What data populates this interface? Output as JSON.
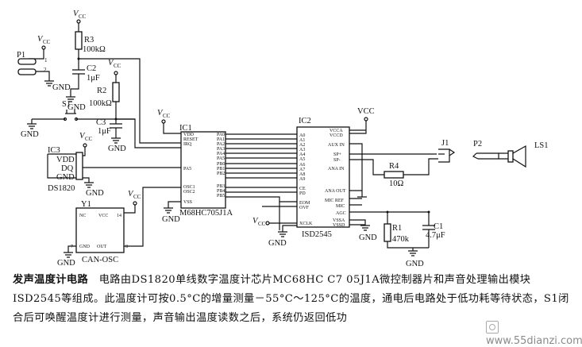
{
  "diagram": {
    "vcc": "VCC",
    "vcc_italic": "V",
    "vcc_sub": "CC",
    "gnd": "GND",
    "p1": "P1",
    "p2": "P2",
    "pin1": "1",
    "pin2": "2",
    "r3": "R3",
    "r3_val": "100kΩ",
    "c2": "C2",
    "c2_val": "1μF",
    "r2": "R2",
    "r2_val": "100kΩ",
    "s1": "S1",
    "c3": "C3",
    "c3_val": "1μF",
    "ic1": "IC1",
    "ic1_name": "M68HC705J1A",
    "ic1_pins_left": [
      "VDD",
      "RESET",
      "IRQ",
      "PA5",
      "OSC1",
      "OSC2",
      "VSS"
    ],
    "ic1_pins_right": [
      "PA0",
      "PA1",
      "PA2",
      "PA3",
      "PA4",
      "PA5",
      "PB0",
      "PB1",
      "PB2",
      "PB3",
      "PB4",
      "PB5"
    ],
    "ic3": "IC3",
    "ic3_pins": [
      "VDD",
      "DQ",
      "GND"
    ],
    "ic3_name": "DS1820",
    "y1": "Y1",
    "y1_nc": "NC",
    "y1_vcc": "VCC",
    "y1_14": "14",
    "y1_gnd": "GND",
    "y1_out": "OUT",
    "y1_7": "7",
    "y1_8": "8",
    "y1_name": "CAN-OSC",
    "ic2": "IC2",
    "ic2_name": "ISD2545",
    "ic2_pins_left": [
      "A0",
      "A1",
      "A2",
      "A3",
      "A4",
      "A5",
      "A6",
      "A7",
      "A8",
      "A9",
      "CE",
      "PD",
      "EOM",
      "OVF",
      "XCLK"
    ],
    "ic2_pins_right": [
      "VCCA",
      "VCCD",
      "AUX IN",
      "SP+",
      "SP-",
      "ANA IN",
      "ANA OUT",
      "MIC REF",
      "MIC",
      "AGC",
      "VSSA",
      "VSSD"
    ],
    "j1": "J1",
    "r4": "R4",
    "r4_val": "10Ω",
    "ls1": "LS1",
    "r1": "R1",
    "r1_val": "470k",
    "c1": "C1",
    "c1_val": "4.7μF"
  },
  "caption": {
    "title": "发声温度计电路",
    "body": "　电路由DS1820单线数字温度计芯片MC68HC C7 05J1A微控制器片和声音处理输出模块ISD2545等组成。此温度计可按0.5°C的增量测量－55°C～125°C的温度，通电后电路处于低功耗等待状态，S1闭合后可唤醒温度计进行测量，声音输出温度读数之后，系统仍返回低功"
  },
  "watermark": "www.55dianzi.com"
}
